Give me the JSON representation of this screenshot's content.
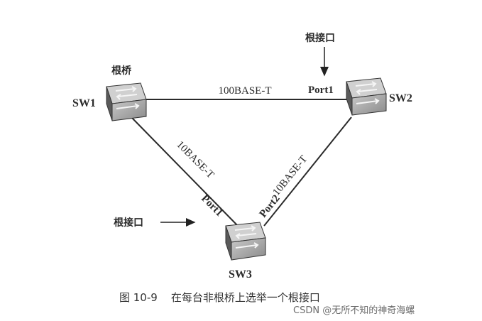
{
  "diagram": {
    "switches": {
      "sw1": {
        "name": "SW1",
        "tag": "根桥"
      },
      "sw2": {
        "name": "SW2"
      },
      "sw3": {
        "name": "SW3"
      }
    },
    "links": {
      "sw1_sw2": "100BASE-T",
      "sw1_sw3": "10BASE-T",
      "sw2_sw3": "10BASE-T"
    },
    "ports": {
      "sw2_port": "Port1",
      "sw3_port_a": "Port1",
      "sw3_port_b": "Port2"
    },
    "root_port_labels": {
      "sw2": "根接口",
      "sw3": "根接口"
    }
  },
  "caption": "图 10-9    在每台非根桥上选举一个根接口",
  "watermark": "CSDN @无所不知的神奇海螺",
  "colors": {
    "switch_face": "#a9a9a9",
    "switch_dark": "#4a4a4a",
    "line": "#2a2a2a"
  }
}
